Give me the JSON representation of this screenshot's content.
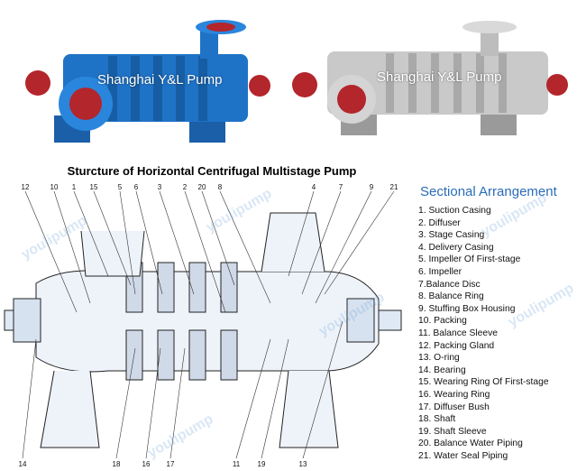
{
  "photos": {
    "left_caption": "Shanghai Y&L Pump",
    "right_caption": "Shanghai Y&L Pump",
    "left_color": "#1f73c7",
    "right_color": "#c9c9c9"
  },
  "diagram": {
    "title": "Sturcture of Horizontal Centrifugal Multistage Pump",
    "watermark": "youlipump",
    "callouts_top": [
      "12",
      "10",
      "1",
      "15",
      "5",
      "6",
      "3",
      "2",
      "20",
      "8",
      "4",
      "7",
      "9",
      "21"
    ],
    "callouts_bottom": [
      "14",
      "18",
      "16",
      "17",
      "11",
      "19",
      "13"
    ]
  },
  "legend": {
    "title": "Sectional Arrangement",
    "items": [
      "1. Suction Casing",
      "2. Diffuser",
      "3. Stage Casing",
      "4. Delivery Casing",
      "5. Impeller Of First-stage",
      "6. Impeller",
      "7.Balance Disc",
      "8. Balance Ring",
      "9. Stuffing Box Housing",
      "10. Packing",
      "11. Balance Sleeve",
      "12. Packing Gland",
      "13. O-ring",
      "14. Bearing",
      "15. Wearing Ring Of First-stage",
      "16. Wearing Ring",
      "17. Diffuser Bush",
      "18. Shaft",
      "19. Shaft Sleeve",
      "20. Balance Water Piping",
      "21. Water Seal Piping"
    ]
  }
}
